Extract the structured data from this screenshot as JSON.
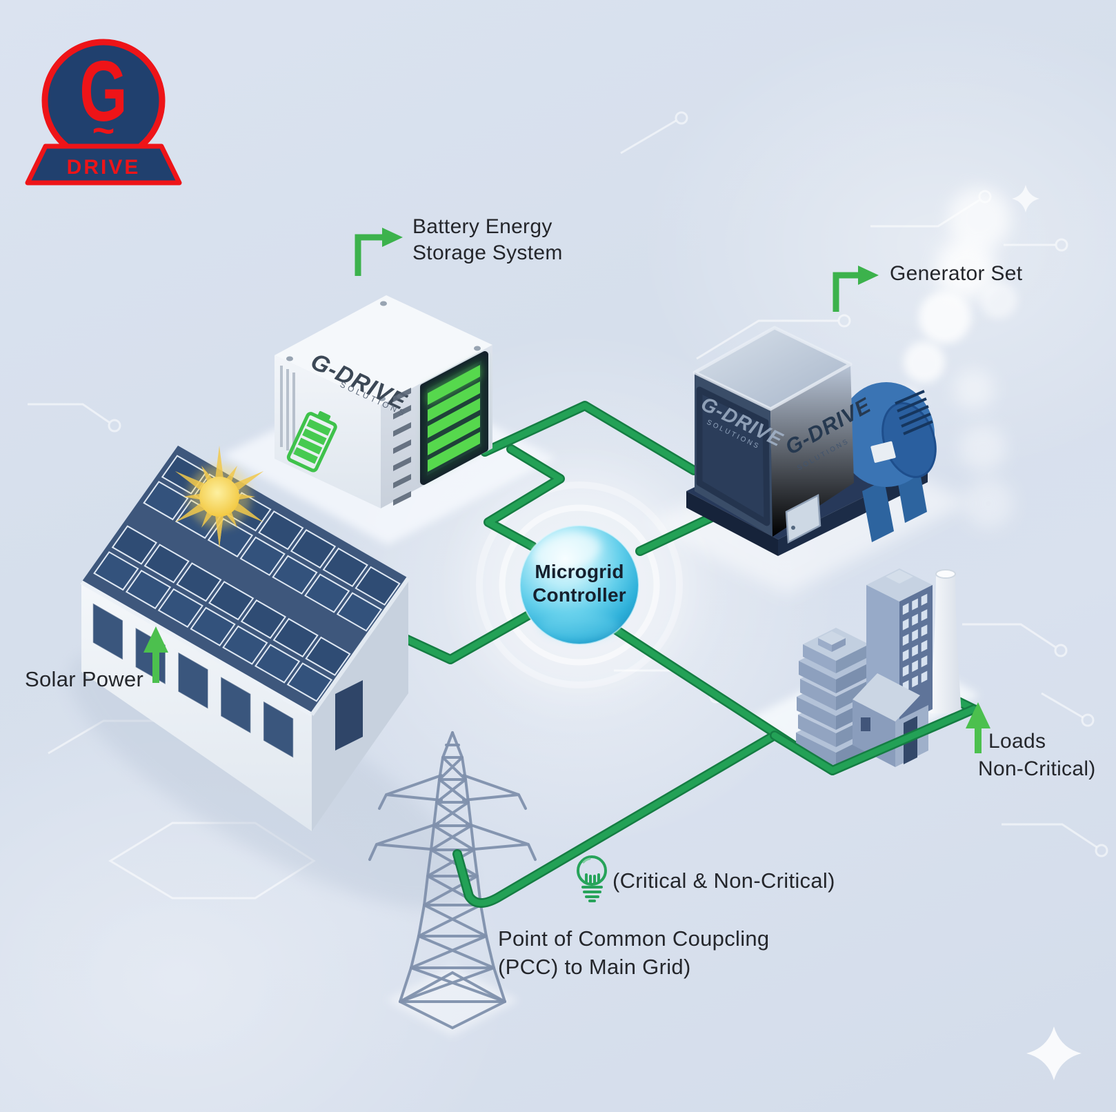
{
  "logo": {
    "letter": "G",
    "tilde": "~",
    "word": "DRIVE"
  },
  "labels": {
    "battery_line1": "Battery Energy",
    "battery_line2": "Storage System",
    "generator": "Generator Set",
    "solar": "Solar Power",
    "controller_line1": "Microgrid",
    "controller_line2": "Controller",
    "loads_line1": "Loads",
    "loads_line2": "Non-Critical)",
    "bulb_note": "(Critical & Non-Critical)",
    "pcc_line1": "Point of Common Coupcling",
    "pcc_line2": "(PCC) to Main Grid)"
  },
  "devices": {
    "battery_brand": "G-DRIVE",
    "battery_brand_sub": "SOLUTIONS",
    "generator_brand": "G-DRIVE",
    "generator_brand_sub": "SOLUTIONS"
  },
  "colors": {
    "background": "#d8e0ed",
    "line_green": "#1e9e53",
    "arrow_green": "#47bd4f",
    "controller_blue": "#45c2e6",
    "logo_navy": "#20406e",
    "logo_red": "#ee1418",
    "battery_bar_green": "#56d84d",
    "sun_yellow": "#f4c838",
    "label_text": "#24262b"
  }
}
